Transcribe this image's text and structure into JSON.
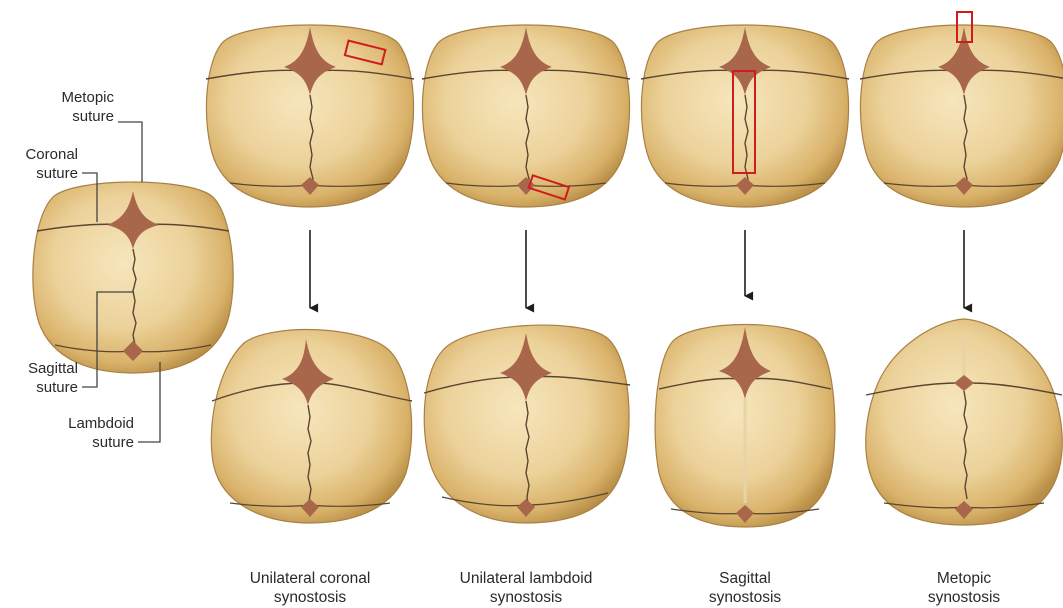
{
  "labels": {
    "metopic": [
      "Metopic",
      "suture"
    ],
    "coronal": [
      "Coronal",
      "suture"
    ],
    "sagittal": [
      "Sagittal",
      "suture"
    ],
    "lambdoid": [
      "Lambdoid",
      "suture"
    ]
  },
  "captions": [
    [
      "Unilateral coronal",
      "synostosis"
    ],
    [
      "Unilateral lambdoid",
      "synostosis"
    ],
    [
      "Sagittal",
      "synostosis"
    ],
    [
      "Metopic",
      "synostosis"
    ]
  ],
  "colors": {
    "bone_light": "#f2dcaa",
    "bone_mid": "#e2bf7c",
    "bone_dark": "#b8904c",
    "fontanelle": "#a8674a",
    "suture": "#5a4630",
    "highlight_box": "#d01c1c",
    "arrow": "#1e1e1e"
  }
}
